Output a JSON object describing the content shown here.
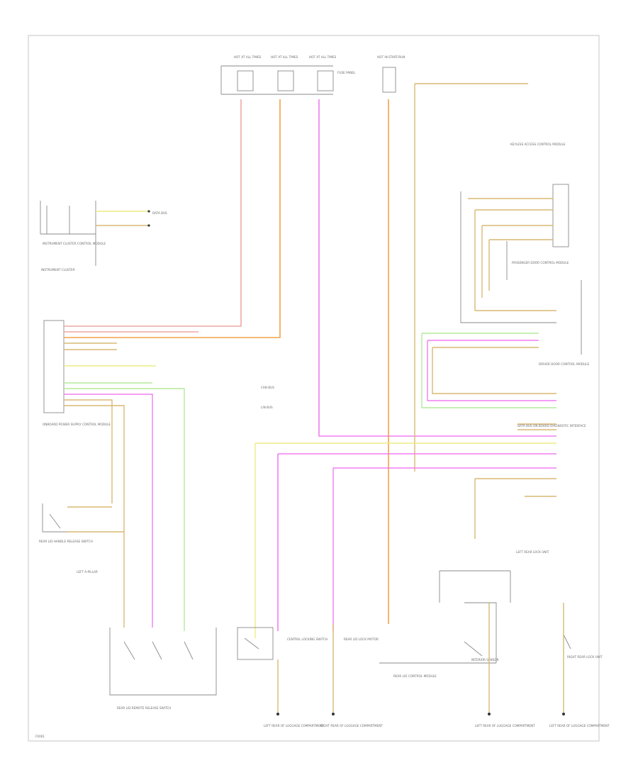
{
  "colors": {
    "red": "#f0a6a6",
    "orange": "#f3a24a",
    "pink": "#f07ef0",
    "yellow": "#ecec86",
    "tan": "#d8b873",
    "green": "#b4ea9c",
    "gray": "#8a8a8a",
    "frame": "#cfcfcf"
  },
  "labels": {
    "fuses": [
      "HOT AT ALL TIMES",
      "HOT AT ALL TIMES",
      "HOT AT ALL TIMES",
      "HOT IN START/RUN"
    ],
    "fuse_panel": "FUSE PANEL",
    "instrument_cluster": "INSTRUMENT CLUSTER",
    "instrument_cluster_block": "INSTRUMENT CLUSTER CONTROL MODULE",
    "onboard_power": "ONBOARD POWER SUPPLY CONTROL MODULE",
    "central_module": "DATA BUS ON BOARD DIAGNOSTIC INTERFACE",
    "keyless": "KEYLESS ACCESS CONTROL MODULE",
    "passenger_door": "PASSENGER DOOR CONTROL MODULE",
    "driver_door": "DRIVER DOOR CONTROL MODULE",
    "rear_lid": "REAR LID LOCK MOTOR",
    "trunk_switch": "REAR LID REMOTE RELEASE SWITCH",
    "rear_lid_handle": "REAR LID HANDLE RELEASE SWITCH",
    "center_lock": "CENTRAL LOCKING SWITCH",
    "rear_lid_module": "REAR LID CONTROL MODULE",
    "interior_sensor": "INTERIOR SENSOR",
    "left_sensor": "LEFT REAR LOCK UNIT",
    "right_sensor": "RIGHT REAR LOCK UNIT",
    "ground1": "LEFT REAR OF LUGGAGE COMPARTMENT",
    "ground2": "RIGHT REAR OF LUGGAGE COMPARTMENT",
    "ground3": "LEFT REAR OF LUGGAGE COMPARTMENT",
    "ground4": "LEFT REAR OF LUGGAGE COMPARTMENT",
    "data_bus": "DATA BUS",
    "ground_top": "LEFT A-PILLAR",
    "legend1": "CAN BUS",
    "legend2": "LIN BUS",
    "page_code": "F0001"
  }
}
